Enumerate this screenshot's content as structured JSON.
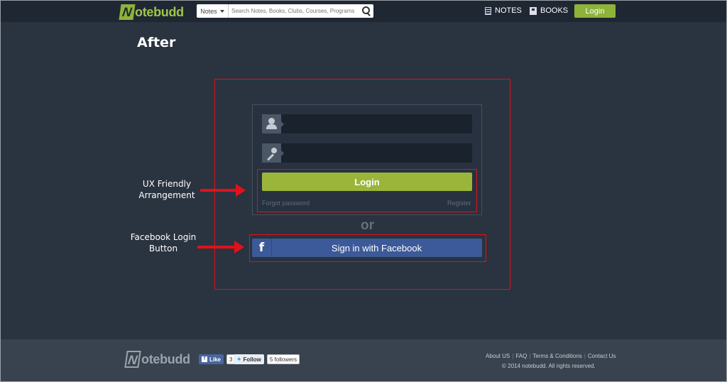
{
  "header": {
    "logo_initial": "N",
    "logo_text": "otebudd",
    "search": {
      "category": "Notes",
      "placeholder": "Search Notes, Books, Clubs, Courses, Programs"
    },
    "nav": [
      {
        "label": "NOTES",
        "icon": "notes-icon"
      },
      {
        "label": "BOOKS",
        "icon": "books-icon"
      }
    ],
    "login_label": "Login",
    "accent_color": "#8db33a"
  },
  "main": {
    "heading": "After",
    "login_form": {
      "username_icon": "user-icon",
      "password_icon": "key-icon",
      "login_label": "Login",
      "forgot_password": "Forgot password",
      "register": "Register",
      "or_text": "or"
    },
    "facebook": {
      "icon": "facebook-icon",
      "icon_glyph": "f",
      "label": "Sign in with Facebook",
      "color": "#3c5a99"
    },
    "annotations": [
      {
        "text_line1": "UX Friendly",
        "text_line2": "Arrangement"
      },
      {
        "text_line1": "Facebook Login",
        "text_line2": "Button"
      }
    ],
    "highlight_color": "#e3101a"
  },
  "footer": {
    "logo_initial": "N",
    "logo_text": "otebudd",
    "fb_like": {
      "label": "Like",
      "count": "3"
    },
    "twitter": {
      "label": "Follow",
      "followers": "5 followers"
    },
    "links": [
      "About US",
      "FAQ",
      "Terms & Conditions",
      "Contact Us"
    ],
    "copyright": "© 2014 notebudd. All rights reserved."
  }
}
